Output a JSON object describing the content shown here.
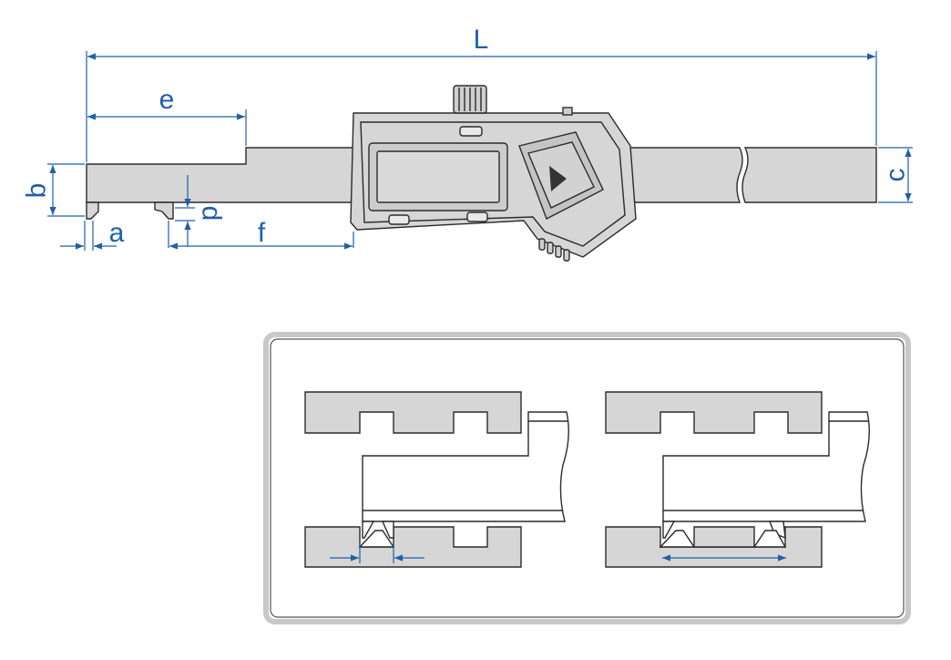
{
  "dimension_labels": {
    "L": "L",
    "e": "e",
    "b": "b",
    "d": "d",
    "a": "a",
    "f": "f",
    "c": "c"
  },
  "colors": {
    "dimension": "#1f5fa8",
    "outline": "#2b2b2b",
    "body_fill": "#d6d6d6",
    "display_fill": "#cccccc",
    "panel_border": "#c8c8c8"
  }
}
